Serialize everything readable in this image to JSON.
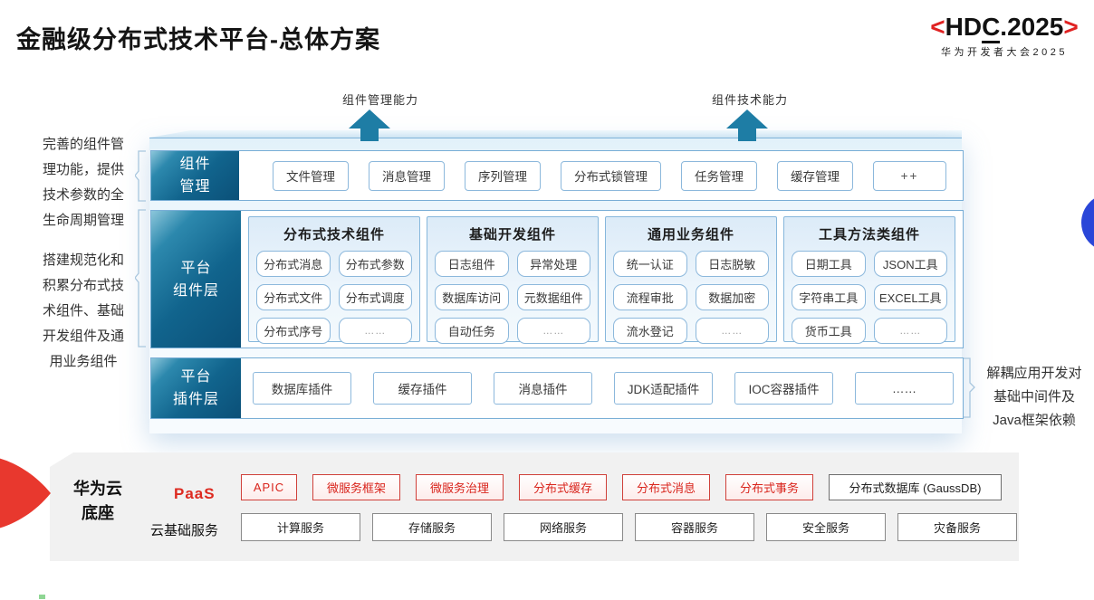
{
  "page": {
    "title": "金融级分布式技术平台-总体方案"
  },
  "logo": {
    "left_bracket": "<",
    "name_head": "HD",
    "name_c": "C",
    "name_tail": ".2025",
    "right_bracket": ">",
    "subtitle": "华为开发者大会2025",
    "accent_color": "#e02222"
  },
  "arrows": [
    {
      "label": "组件管理能力"
    },
    {
      "label": "组件技术能力"
    }
  ],
  "annotations": {
    "left_top": "完善的组件管\n理功能，提供\n技术参数的全\n生命周期管理",
    "left_bottom": "搭建规范化和\n积累分布式技\n术组件、基础\n开发组件及通\n用业务组件",
    "right": "解耦应用开发对\n基础中间件及\nJava框架依赖"
  },
  "rows": {
    "management": {
      "label": "组件\n管理",
      "items": [
        "文件管理",
        "消息管理",
        "序列管理",
        "分布式锁管理",
        "任务管理",
        "缓存管理",
        "++"
      ]
    },
    "components": {
      "label": "平台\n组件层",
      "groups": [
        {
          "title": "分布式技术组件",
          "items": [
            "分布式消息",
            "分布式参数",
            "分布式文件",
            "分布式调度",
            "分布式序号",
            "……"
          ]
        },
        {
          "title": "基础开发组件",
          "items": [
            "日志组件",
            "异常处理",
            "数据库访问",
            "元数据组件",
            "自动任务",
            "……"
          ]
        },
        {
          "title": "通用业务组件",
          "items": [
            "统一认证",
            "日志脱敏",
            "流程审批",
            "数据加密",
            "流水登记",
            "……"
          ]
        },
        {
          "title": "工具方法类组件",
          "items": [
            "日期工具",
            "JSON工具",
            "字符串工具",
            "EXCEL工具",
            "货币工具",
            "……"
          ]
        }
      ]
    },
    "plugins": {
      "label": "平台\n插件层",
      "items": [
        "数据库插件",
        "缓存插件",
        "消息插件",
        "JDK适配插件",
        "IOC容器插件",
        "……"
      ]
    }
  },
  "foundation": {
    "label": "华为云\n底座",
    "paas": {
      "label": "PaaS",
      "items": [
        "APIC",
        "微服务框架",
        "微服务治理",
        "分布式缓存",
        "分布式消息",
        "分布式事务"
      ],
      "db_item": "分布式数据库 (GaussDB)"
    },
    "iaas": {
      "label": "云基础服务",
      "items": [
        "计算服务",
        "存储服务",
        "网络服务",
        "容器服务",
        "安全服务",
        "灾备服务"
      ]
    }
  },
  "colors": {
    "layer_label_teal": "#11648d",
    "arrow_teal": "#1e7da5",
    "panel_border_blue": "#79aed6",
    "chip_border_blue": "#8cb8dc",
    "paas_red": "#d9251d",
    "foundation_gray": "#f1f1f1",
    "blue_circle": "#2a46d8",
    "red_arrow": "#e8382e"
  }
}
